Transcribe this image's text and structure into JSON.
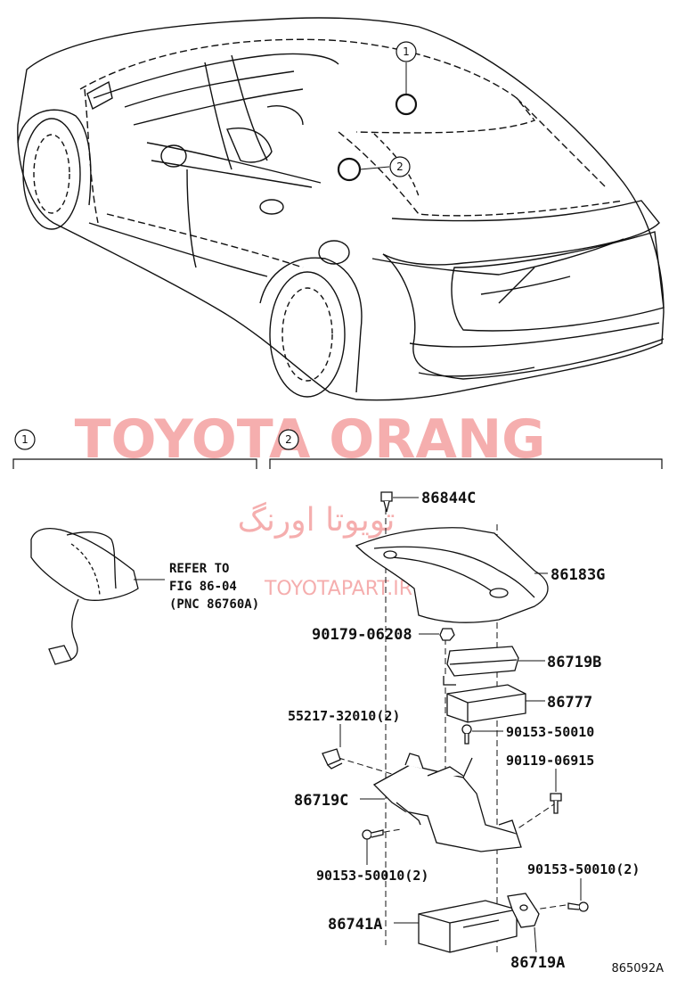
{
  "callouts": [
    {
      "num": "1"
    },
    {
      "num": "2"
    }
  ],
  "sections": [
    {
      "num": "1"
    },
    {
      "num": "2"
    }
  ],
  "watermark": {
    "brand": "TOYOTA ORANG",
    "persian": "تویوتا اورنگ",
    "url": "TOYOTAPART.IR"
  },
  "refer_note": {
    "line1": "REFER TO",
    "line2": "FIG 86-04",
    "line3": "(PNC 86760A)"
  },
  "parts": {
    "p86844C": "86844C",
    "p86183G": "86183G",
    "p90179": "90179-06208",
    "p86719B": "86719B",
    "p86777": "86777",
    "p55217": "55217-32010(2)",
    "p90153a": "90153-50010",
    "p90119": "90119-06915",
    "p86719C": "86719C",
    "p90153b": "90153-50010(2)",
    "p90153c": "90153-50010(2)",
    "p86741A": "86741A",
    "p86719A": "86719A"
  },
  "figure_code": "865092A"
}
